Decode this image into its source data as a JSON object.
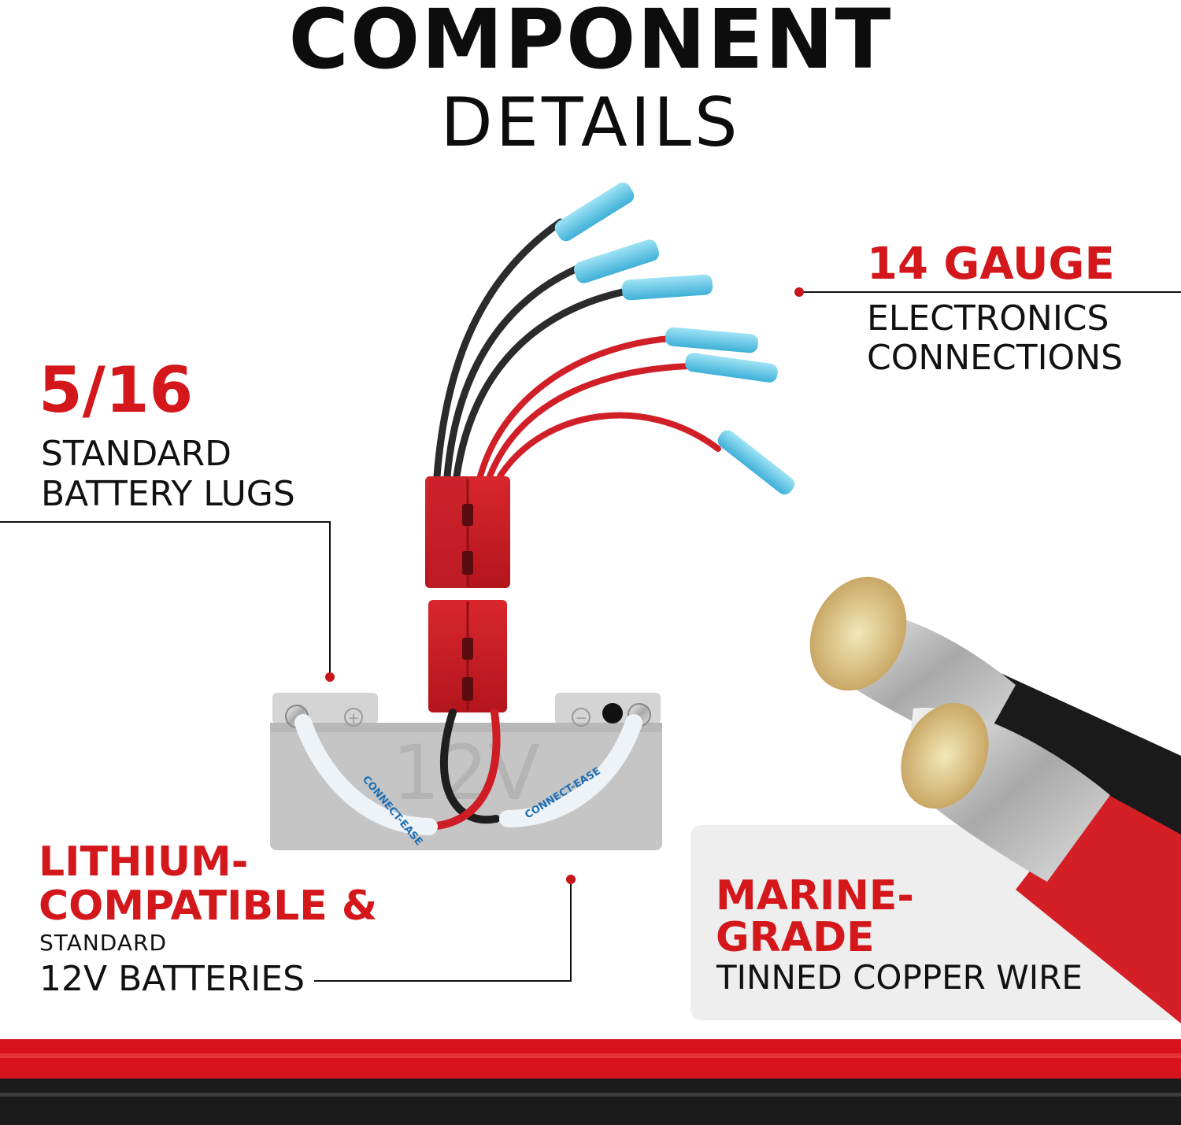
{
  "header": {
    "title": "COMPONENT",
    "subtitle": "DETAILS"
  },
  "callouts": {
    "gauge": {
      "highlight": "14 GAUGE",
      "line1": "ELECTRONICS",
      "line2": "CONNECTIONS"
    },
    "lugs": {
      "highlight": "5/16",
      "line1": "STANDARD",
      "line2": "BATTERY LUGS"
    },
    "battery": {
      "highlight1": "LITHIUM-",
      "highlight2": "COMPATIBLE &",
      "small": "STANDARD",
      "line1": "12V BATTERIES"
    },
    "wire": {
      "highlight1": "MARINE-",
      "highlight2": "GRADE",
      "line1": "TINNED COPPER WIRE"
    }
  },
  "product": {
    "battery_label": "12V",
    "plus_symbol": "+",
    "minus_symbol": "−",
    "brand_label": "CONNECT-EASE"
  },
  "colors": {
    "accent_red": "#d3171b",
    "text_dark": "#111111",
    "connector_red": "#c4202a",
    "terminal_blue": "#5ec6e6",
    "battery_gray": "#c9c9c9"
  }
}
